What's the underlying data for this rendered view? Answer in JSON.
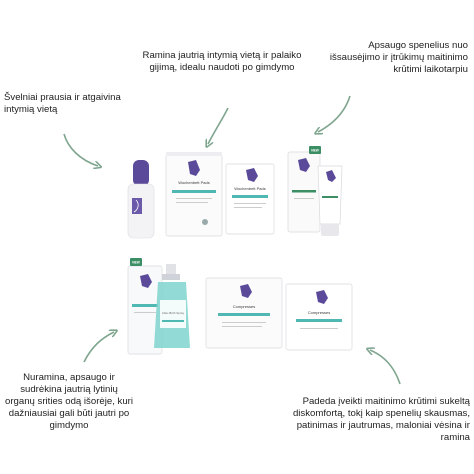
{
  "captions": {
    "top_center": "Ramina jautrią intymią vietą ir palaiko gijimą, idealu naudoti po gimdymo",
    "top_right": "Apsaugo spenelius nuo išsausėjimo ir įtrūkimų maitinimo krūtimi laikotarpiu",
    "mid_left": "Švelniai prausia ir atgaivina intymią vietą",
    "bottom_left": "Nuramina, apsaugo ir sudrėkina jautrią lytinių organų srities odą išorėje, kuri dažniausiai gali būti jautri po gimdymo",
    "bottom_right": "Padeda įveikti maitinimo krūtimi sukeltą diskomfortą, tokį kaip spenelių skausmas, patinimas ir jautrumas, maloniai vėsina ir ramina"
  },
  "products": {
    "pads_box_label": "Wochenbett Pads",
    "pads_sachet_label": "Wochenbett Pads",
    "spray_label": "After-Birth Spray",
    "compresses_box_label": "Compresses",
    "compresses_sachet_label": "Compresses",
    "badge": "NEW"
  },
  "colors": {
    "purple": "#5b4a9a",
    "teal": "#4fb8b3",
    "green": "#3c8f65",
    "arrow": "#7fa58f"
  }
}
